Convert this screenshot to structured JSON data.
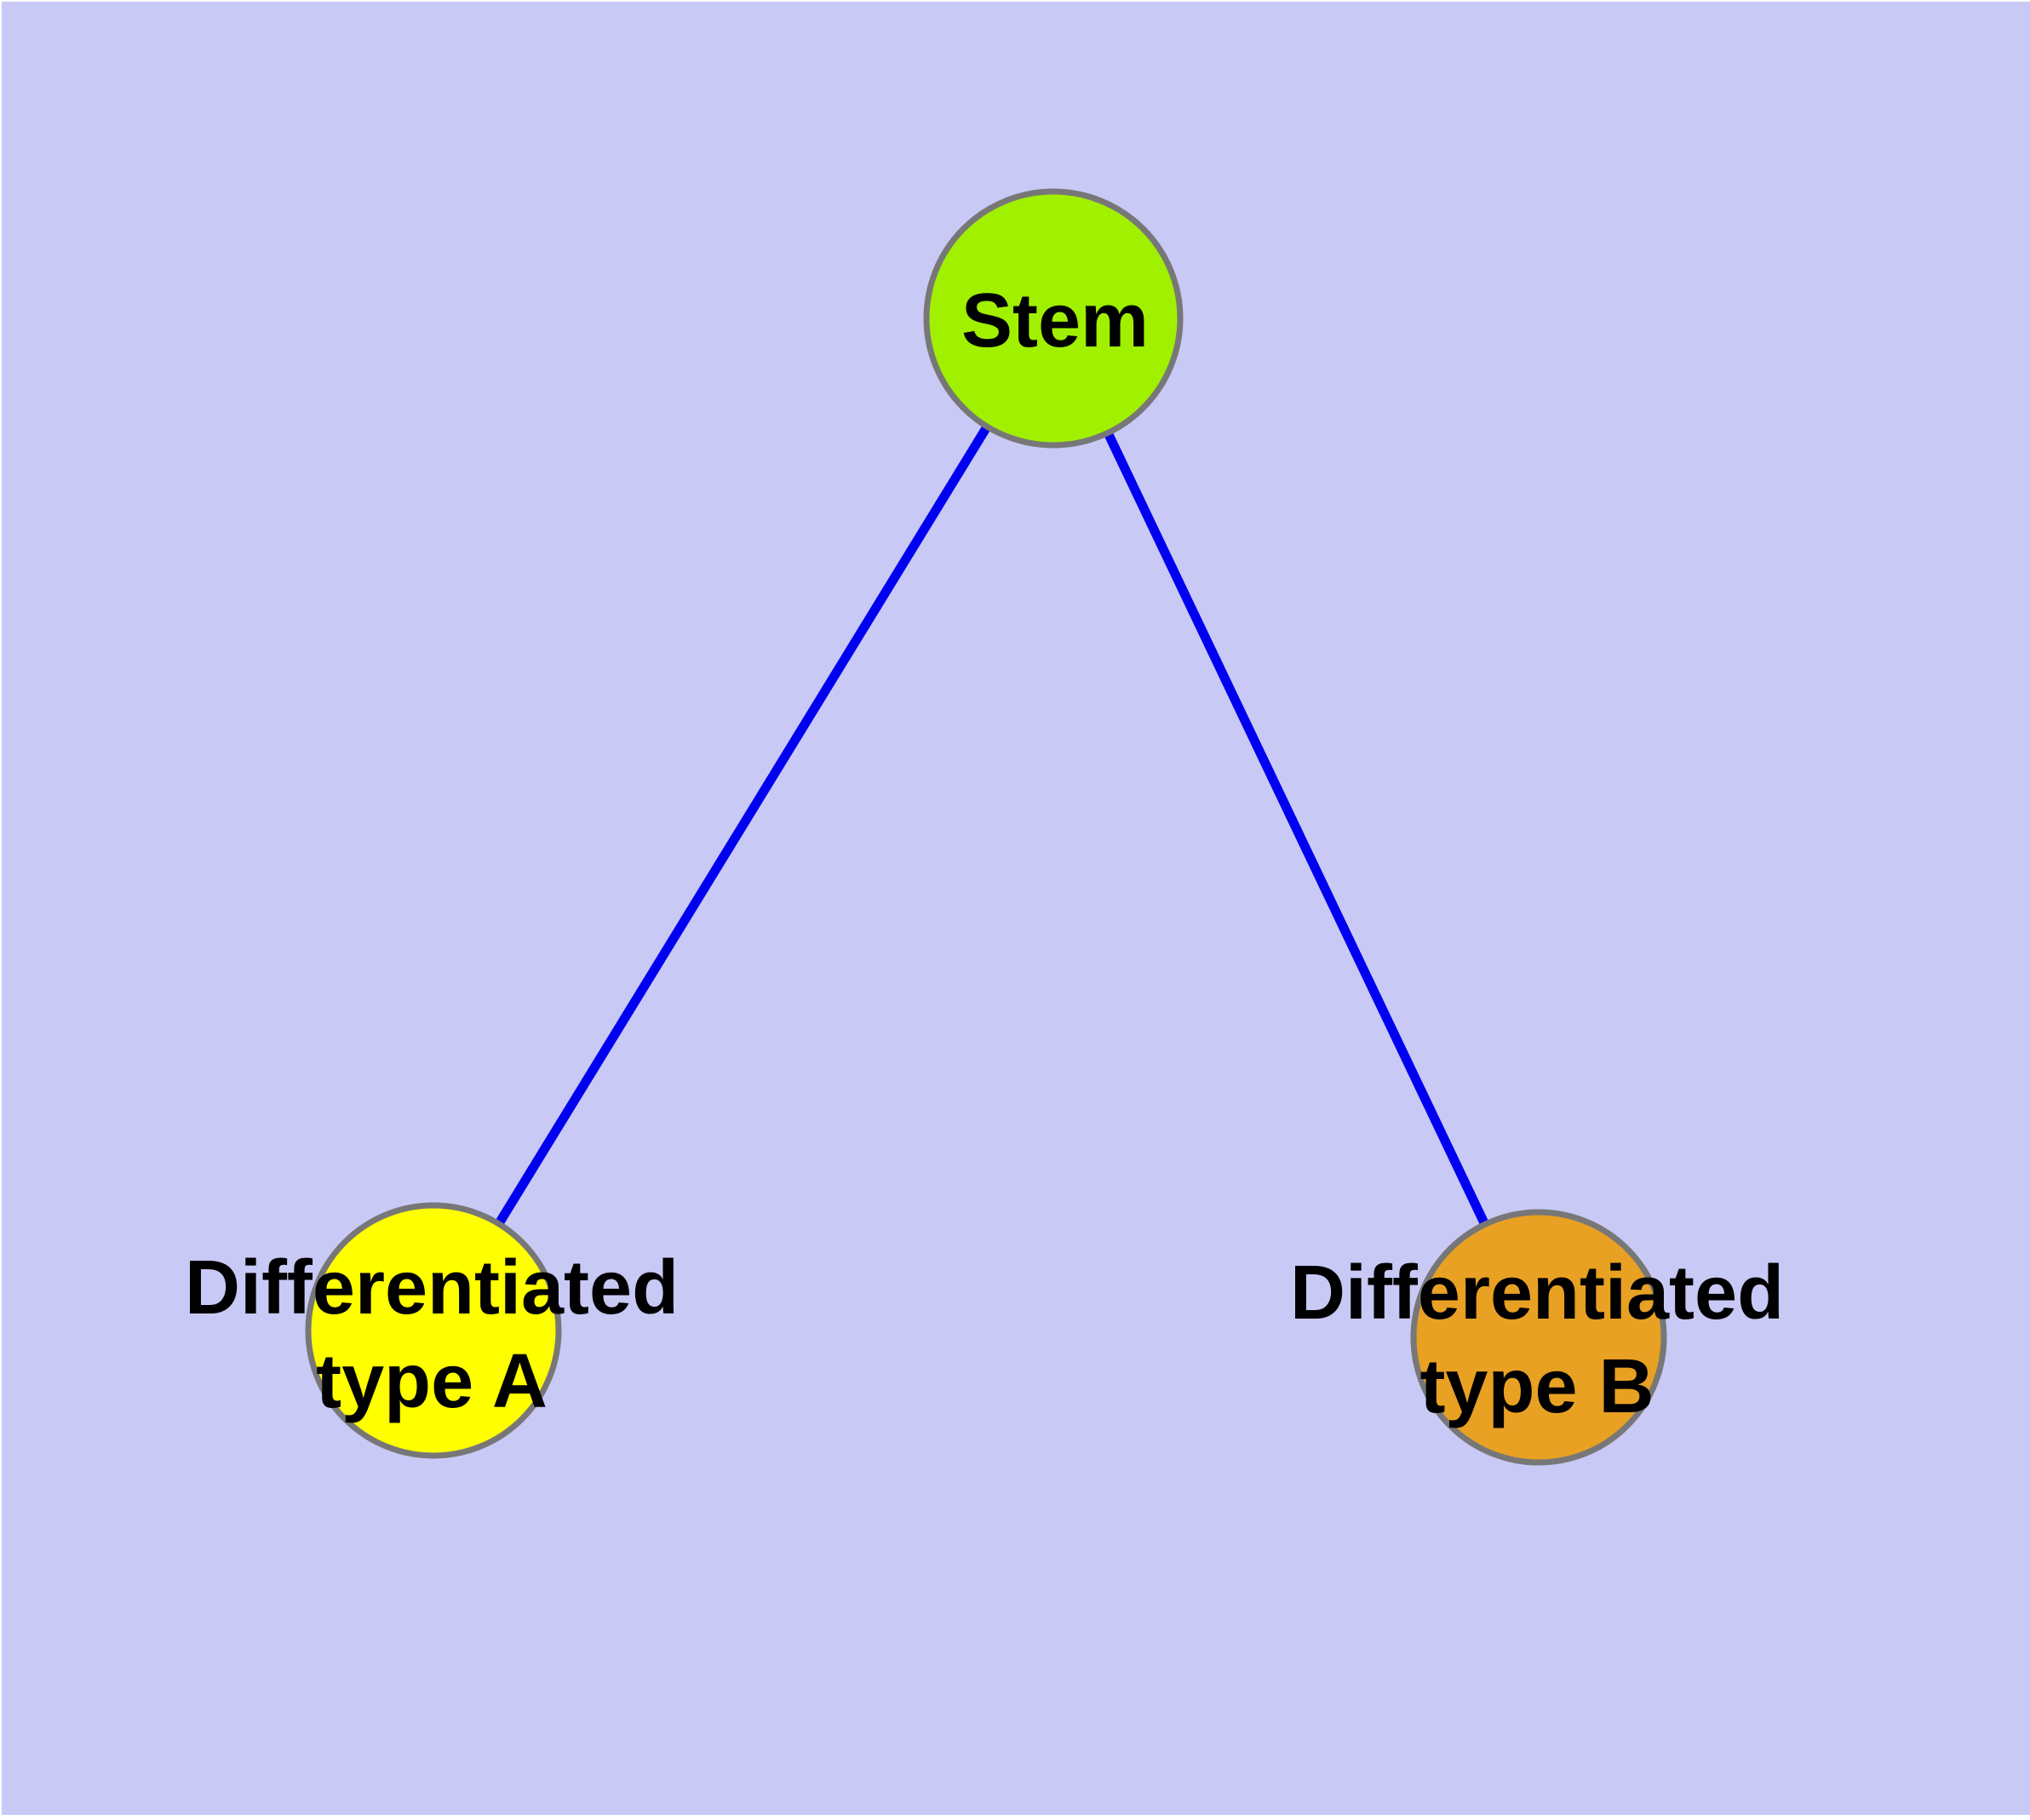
{
  "diagram": {
    "background_color": "#C9C9F6",
    "page_margin_color": "#FFFFFF",
    "edge_color": "#0000F0",
    "node_border_color": "#777777",
    "label_color": "#000000",
    "nodes": {
      "stem": {
        "label": "Stem",
        "fill": "#A0F000"
      },
      "type_a": {
        "label": "Differentiated\ntype A",
        "fill": "#FFFF00"
      },
      "type_b": {
        "label": "Differentiated\ntype B",
        "fill": "#E8A122"
      }
    },
    "edges": [
      {
        "from": "Stem",
        "to": "Differentiated type A"
      },
      {
        "from": "Stem",
        "to": "Differentiated type B"
      }
    ]
  }
}
